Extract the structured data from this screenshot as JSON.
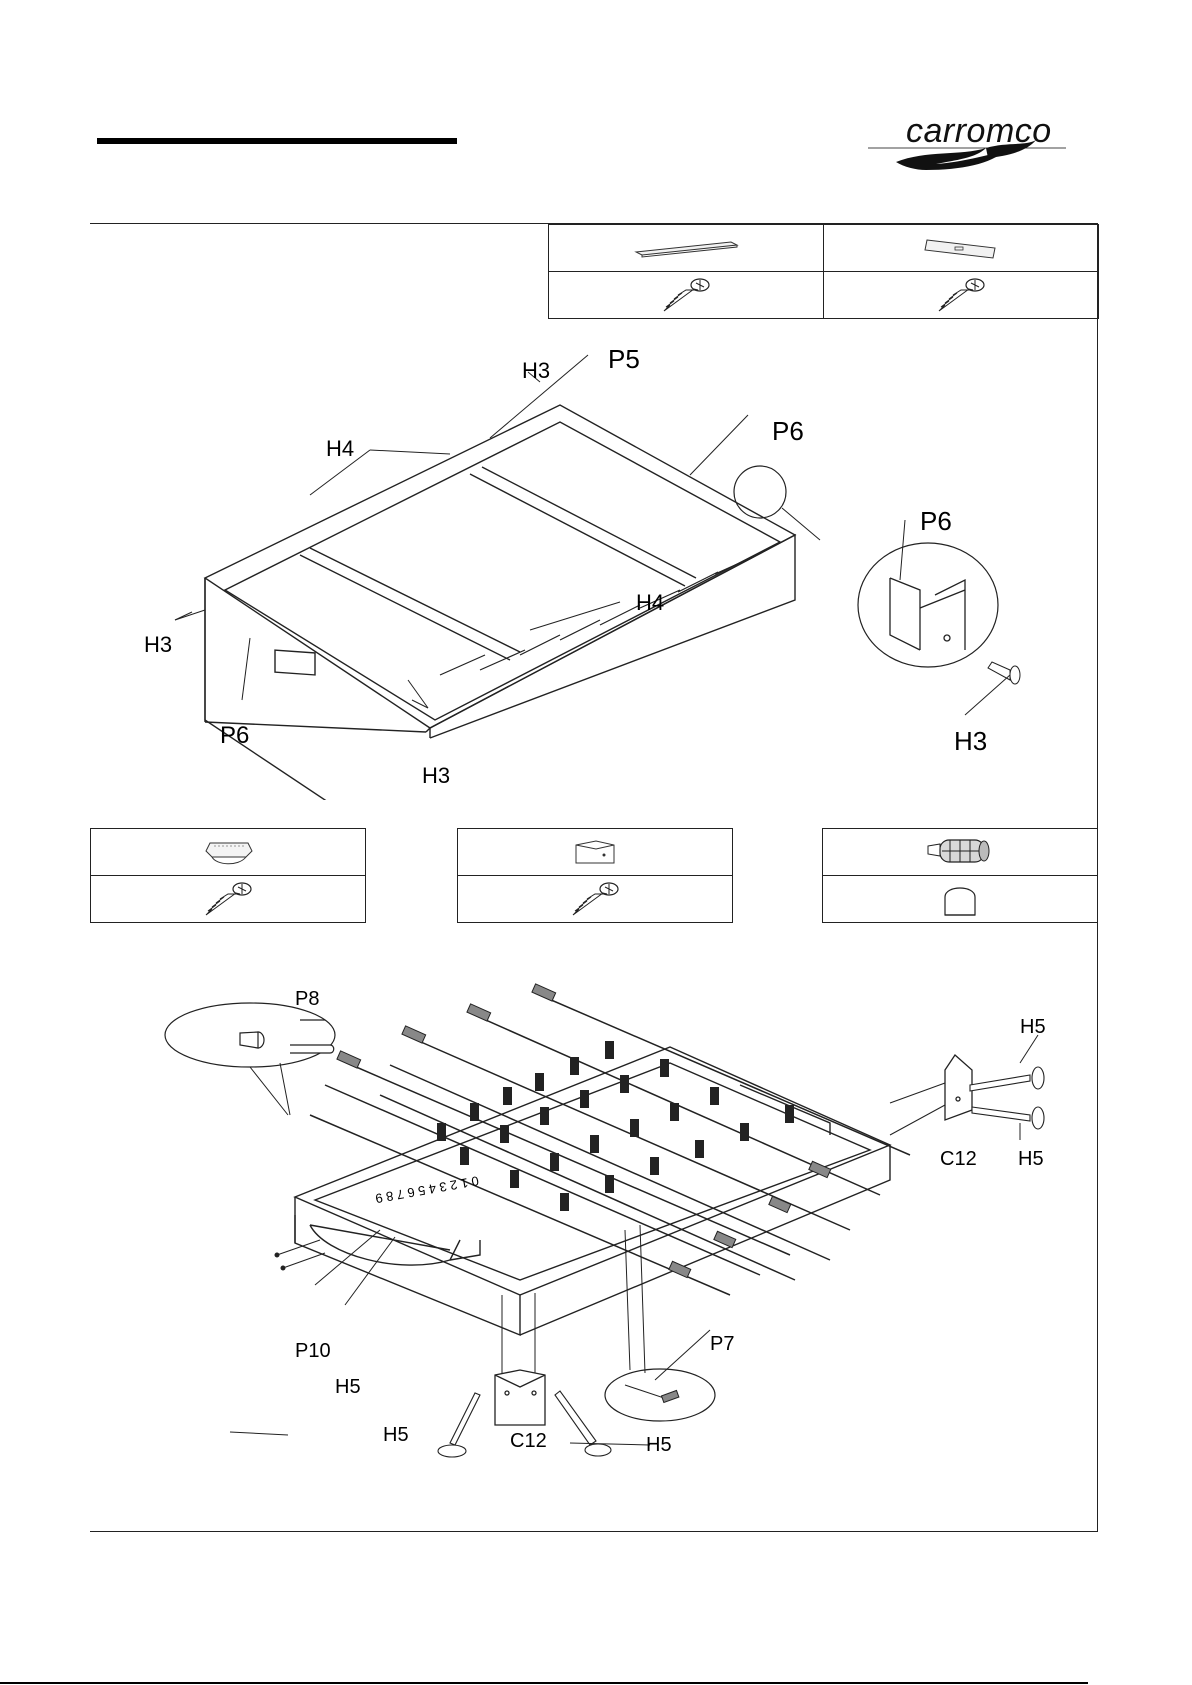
{
  "brand": {
    "name": "carromco"
  },
  "step1": {
    "parts": [
      {
        "icon": "slat-icon"
      },
      {
        "icon": "board-icon"
      },
      {
        "icon": "screw-icon"
      },
      {
        "icon": "screw-icon"
      }
    ],
    "labels": {
      "h3_top": "H3",
      "p5": "P5",
      "h4_top": "H4",
      "p6_top": "P6",
      "p6_detail": "P6",
      "h3_left": "H3",
      "h4_mid": "H4",
      "p6_left": "P6",
      "h3_bottom": "H3",
      "h3_detail": "H3"
    }
  },
  "step2": {
    "parts": [
      {
        "icon": "goal-insert-icon"
      },
      {
        "icon": "corner-bracket-icon"
      },
      {
        "icon": "handle-grip-icon"
      },
      {
        "icon": "screw-icon"
      },
      {
        "icon": "screw-icon"
      },
      {
        "icon": "end-cap-icon"
      }
    ],
    "labels": {
      "p8": "P8",
      "h5_right_top": "H5",
      "c12_right": "C12",
      "h5_right_bottom": "H5",
      "p10": "P10",
      "h5_left": "H5",
      "p7": "P7",
      "h5_bottom_left": "H5",
      "c12_bottom": "C12",
      "h5_bottom_right": "H5"
    },
    "score_digits": "0 1 2 3 4 5 6 7 8 9"
  }
}
